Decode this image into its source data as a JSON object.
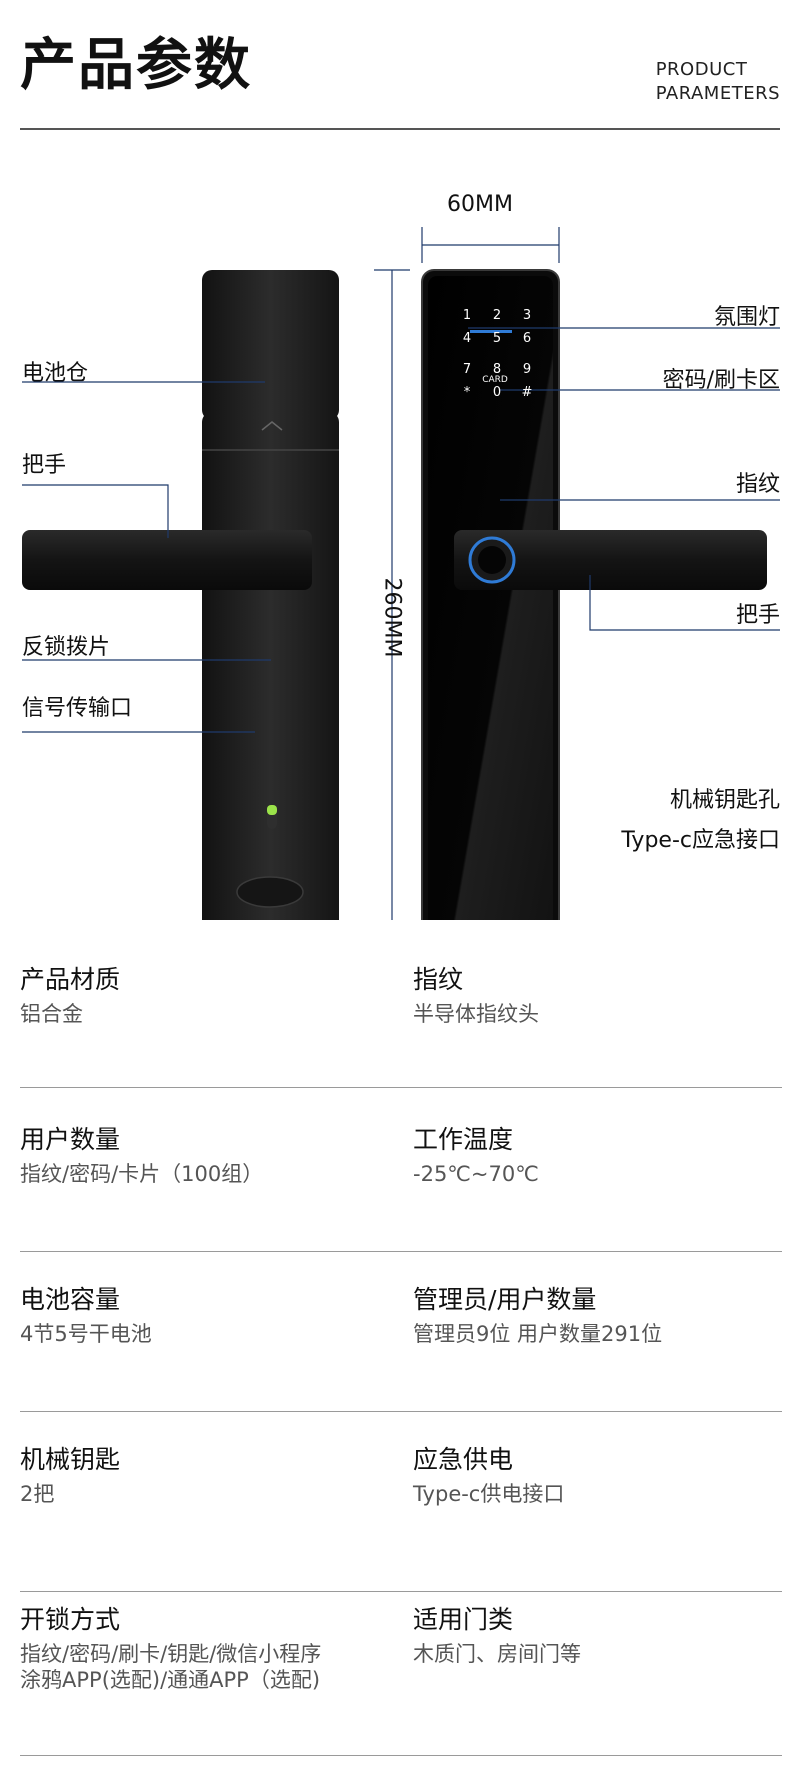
{
  "header": {
    "title": "产品参数",
    "title_en_line1": "PRODUCT",
    "title_en_line2": "PARAMETERS"
  },
  "diagram": {
    "width_label": "60MM",
    "height_label": "260MM",
    "left_callouts": [
      "电池仓",
      "把手",
      "反锁拨片",
      "信号传输口"
    ],
    "right_callouts": [
      "氛围灯",
      "密码/刷卡区",
      "指纹",
      "把手",
      "机械钥匙孔",
      "Type-c应急接口"
    ],
    "keypad": [
      [
        "1",
        "2",
        "3"
      ],
      [
        "4",
        "5",
        "6"
      ],
      [
        "7",
        "8",
        "9"
      ],
      [
        "*",
        "0",
        "#"
      ]
    ],
    "card_label": "CARD",
    "colors": {
      "lock_body": "#1c1c1c",
      "accent_blue": "#2f7bd6",
      "indicator_green": "#9be34a",
      "leader": "#1f3a6b"
    }
  },
  "specs": [
    {
      "left": {
        "title": "产品材质",
        "value": "铝合金"
      },
      "right": {
        "title": "指纹",
        "value": "半导体指纹头"
      }
    },
    {
      "left": {
        "title": "用户数量",
        "value": "指纹/密码/卡片（100组）"
      },
      "right": {
        "title": "工作温度",
        "value": "-25℃~70℃"
      }
    },
    {
      "left": {
        "title": "电池容量",
        "value": "4节5号干电池"
      },
      "right": {
        "title": "管理员/用户数量",
        "value": "管理员9位 用户数量291位"
      }
    },
    {
      "left": {
        "title": "机械钥匙",
        "value": "2把"
      },
      "right": {
        "title": "应急供电",
        "value": "Type-c供电接口"
      }
    },
    {
      "left": {
        "title": "开锁方式",
        "value": "指纹/密码/刷卡/钥匙/微信小程序\n涂鸦APP(选配)/通通APP（选配)"
      },
      "right": {
        "title": "适用门类",
        "value": "木质门、房间门等"
      }
    }
  ]
}
